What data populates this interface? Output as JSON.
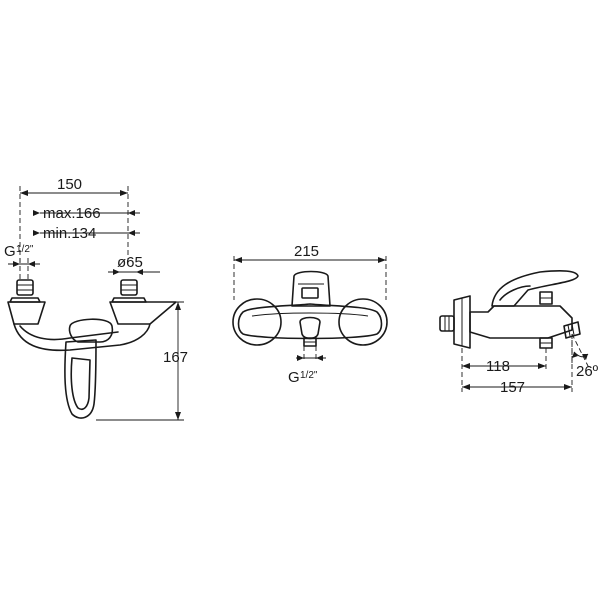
{
  "front_view": {
    "dim_width": "150",
    "dim_max": "max.166",
    "dim_min": "min.134",
    "thread_g": "G",
    "thread_frac": "1/2\"",
    "dim_diameter": "ø65",
    "dim_height": "167"
  },
  "top_view": {
    "dim_width": "215",
    "thread_g": "G",
    "thread_frac": "1/2\""
  },
  "side_view": {
    "dim_inner": "118",
    "dim_outer": "157",
    "dim_angle": "26º"
  }
}
